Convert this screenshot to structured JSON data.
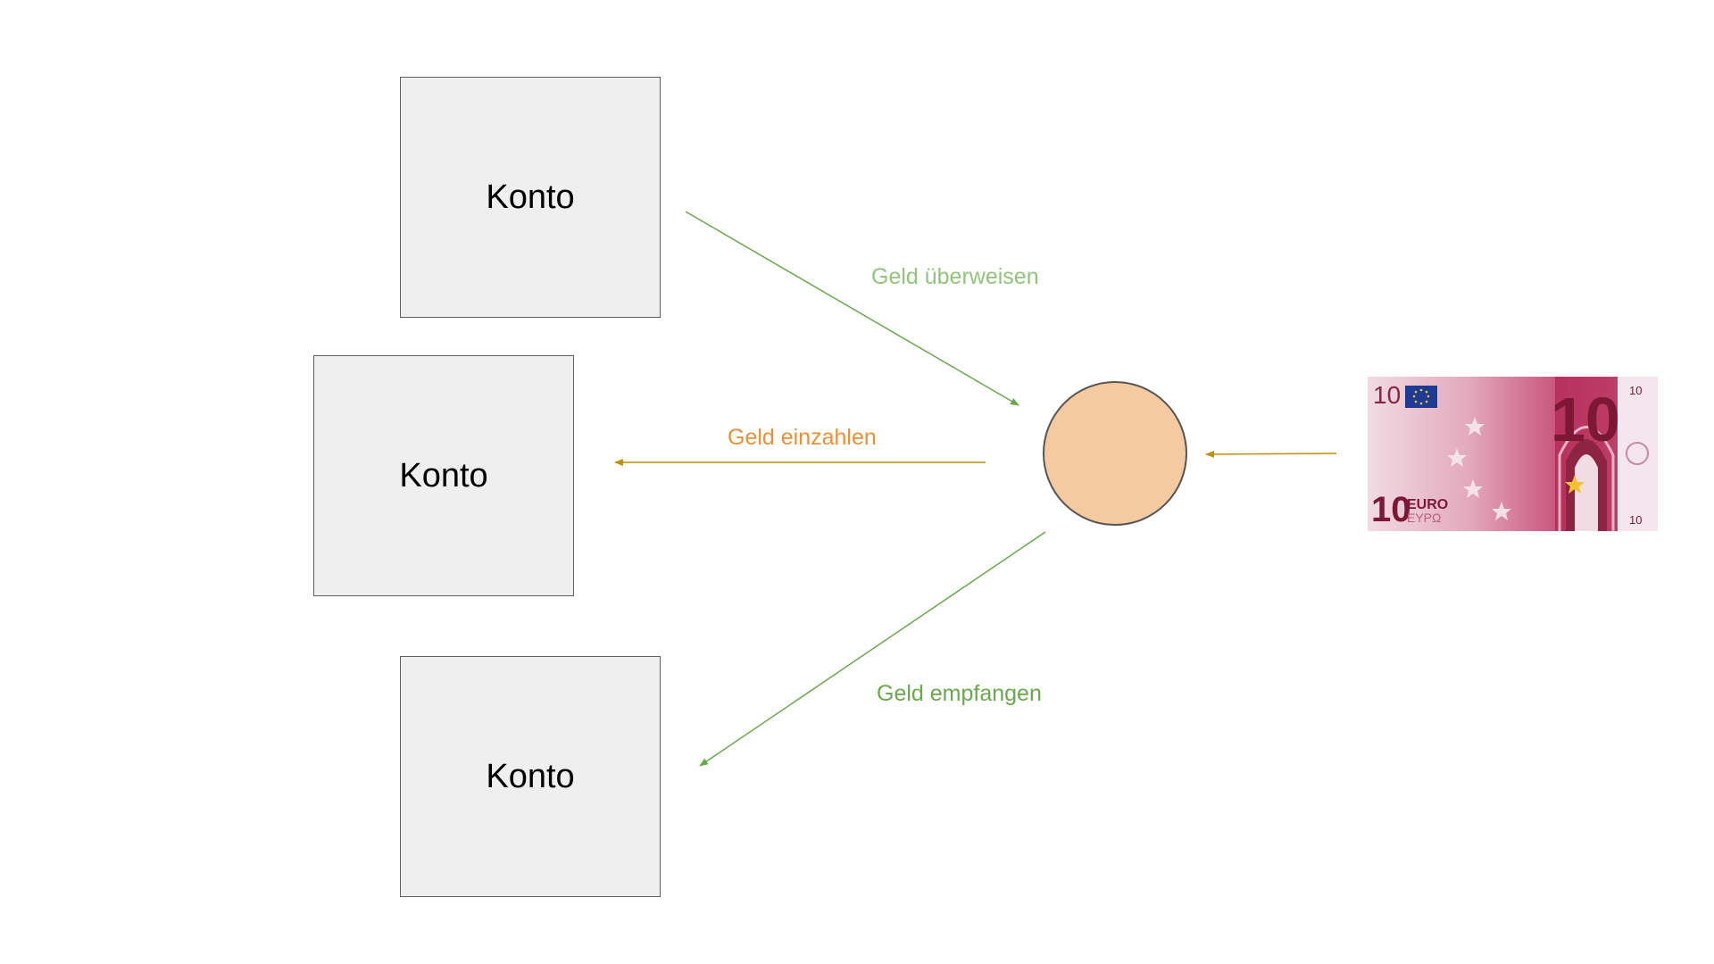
{
  "accounts": [
    {
      "label": "Konto"
    },
    {
      "label": "Konto"
    },
    {
      "label": "Konto"
    }
  ],
  "edges": {
    "transfer": {
      "label": "Geld überweisen",
      "color": "#93c47d"
    },
    "deposit": {
      "label": "Geld einzahlen",
      "color": "#e69138"
    },
    "receive": {
      "label": "Geld empfangen",
      "color": "#6aa84f"
    },
    "cash_in": {
      "color": "#bf9000"
    }
  },
  "hub": {
    "fill": "#f6caa0"
  },
  "banknote": {
    "denomination": "10",
    "currency": "EURO",
    "currency_greek": "ΕΥΡΩ",
    "colors": {
      "base": "#d98ca7",
      "accent": "#b21f4e",
      "dark": "#7d1736"
    }
  }
}
